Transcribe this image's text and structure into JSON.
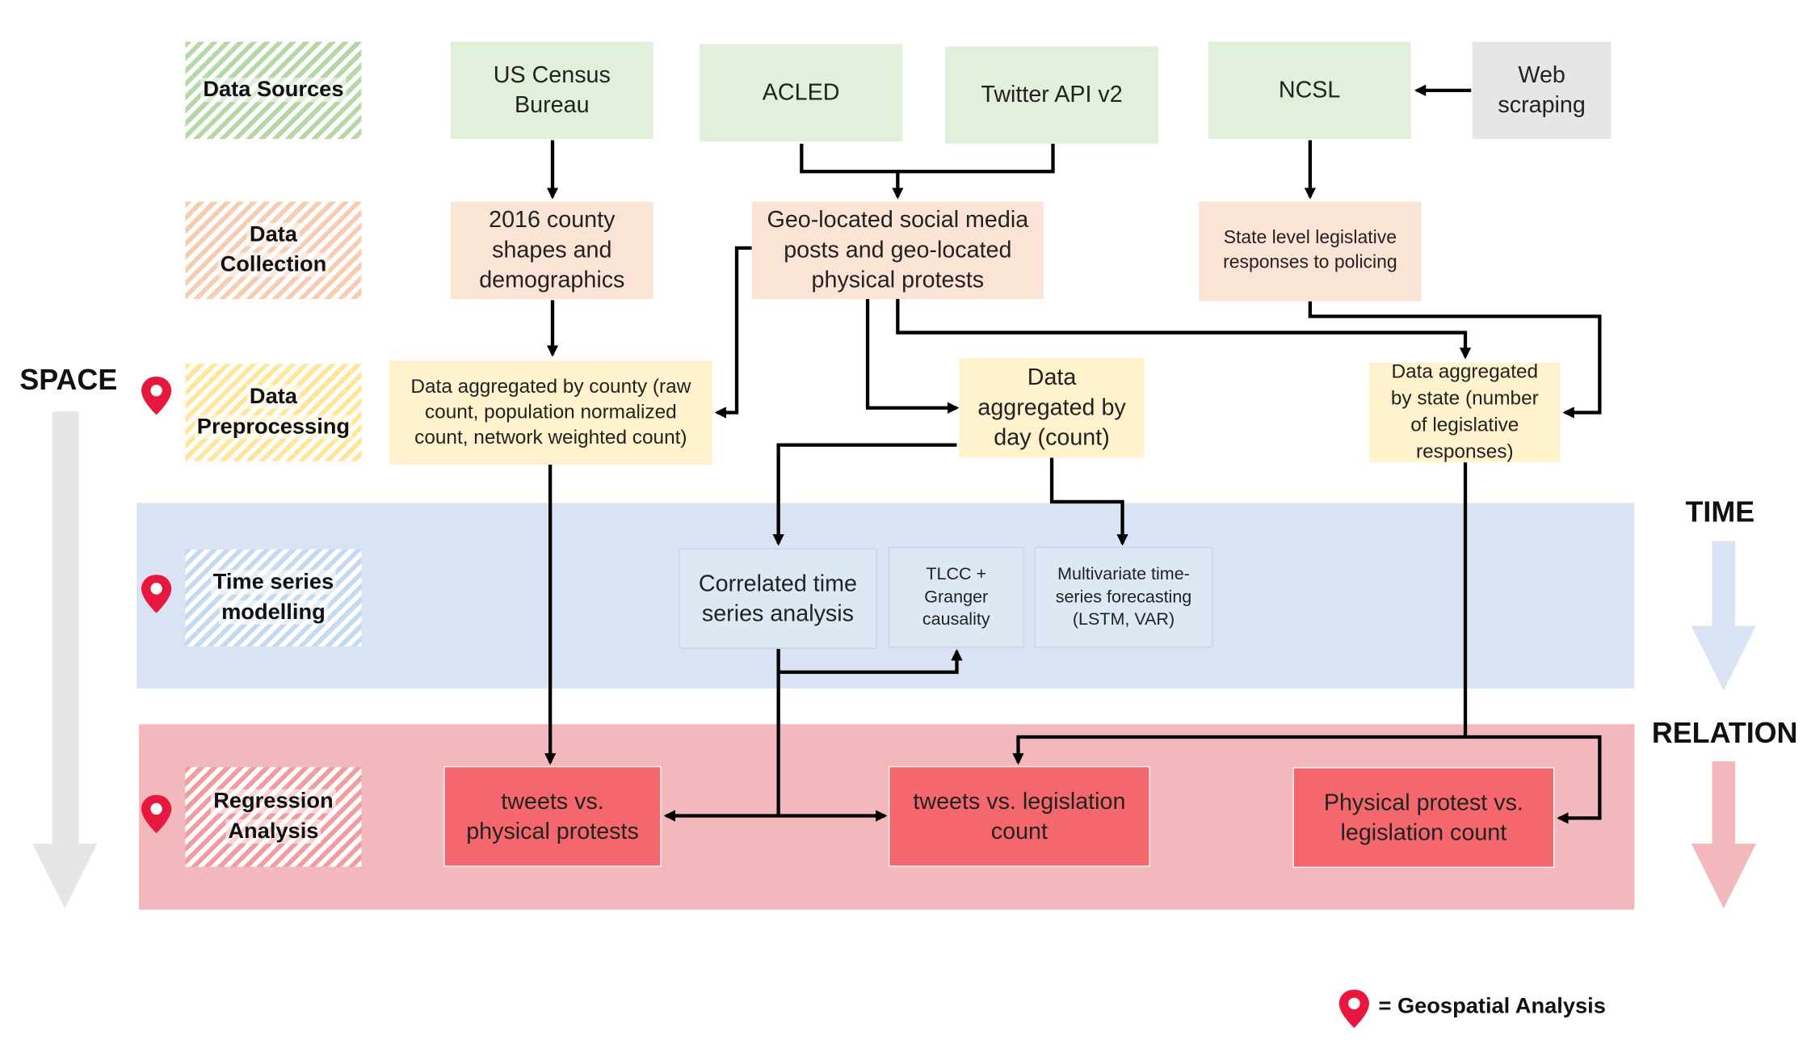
{
  "side_labels": {
    "space": "SPACE",
    "time": "TIME",
    "relation": "RELATION"
  },
  "stages": {
    "data_sources": [
      "Data Sources"
    ],
    "data_collection": [
      "Data",
      "Collection"
    ],
    "data_preprocessing": [
      "Data",
      "Preprocessing"
    ],
    "time_series_modelling": [
      "Time series",
      "modelling"
    ],
    "regression_analysis": [
      "Regression",
      "Analysis"
    ]
  },
  "sources": {
    "us_census": [
      "US Census",
      "Bureau"
    ],
    "acled": [
      "ACLED"
    ],
    "twitter": [
      "Twitter API v2"
    ],
    "ncsl": [
      "NCSL"
    ],
    "web_scraping": [
      "Web",
      "scraping"
    ]
  },
  "collection": {
    "county_shapes": [
      "2016 county",
      "shapes and",
      "demographics"
    ],
    "geo_posts": [
      "Geo-located social media",
      "posts and geo-located",
      "physical protests"
    ],
    "state_responses": [
      "State level legislative",
      "responses to policing"
    ]
  },
  "preprocessing": {
    "by_county": [
      "Data aggregated by county (raw",
      "count, population normalized",
      "count, network weighted count)"
    ],
    "by_day": [
      "Data",
      "aggregated by",
      "day (count)"
    ],
    "by_state": [
      "Data aggregated",
      "by state (number",
      "of legislative",
      "responses)"
    ]
  },
  "timeseries": {
    "correlated": [
      "Correlated time",
      "series analysis"
    ],
    "tlcc": [
      "TLCC +",
      "Granger",
      "causality"
    ],
    "multivariate": [
      "Multivariate time-",
      "series forecasting",
      "(LSTM, VAR)"
    ]
  },
  "regression": {
    "tweets_protests": [
      "tweets vs.",
      "physical protests"
    ],
    "tweets_legislation": [
      "tweets vs. legislation",
      "count"
    ],
    "protest_legislation": [
      "Physical protest vs.",
      "legislation count"
    ]
  },
  "legend": {
    "text": "= Geospatial Analysis",
    "icon": "map-pin-icon"
  },
  "colors": {
    "sources": "#e2efda",
    "collection": "#fbe4d5",
    "preprocessing": "#fff2cc",
    "timeseries_band": "#dae3f3",
    "regression_band": "#f2b8bc",
    "regression_box": "#f4686d",
    "pin": "#e8173e",
    "space_arrow": "#e6e6e6",
    "time_arrow": "#dae3f3",
    "relation_arrow": "#f2b8bc"
  }
}
